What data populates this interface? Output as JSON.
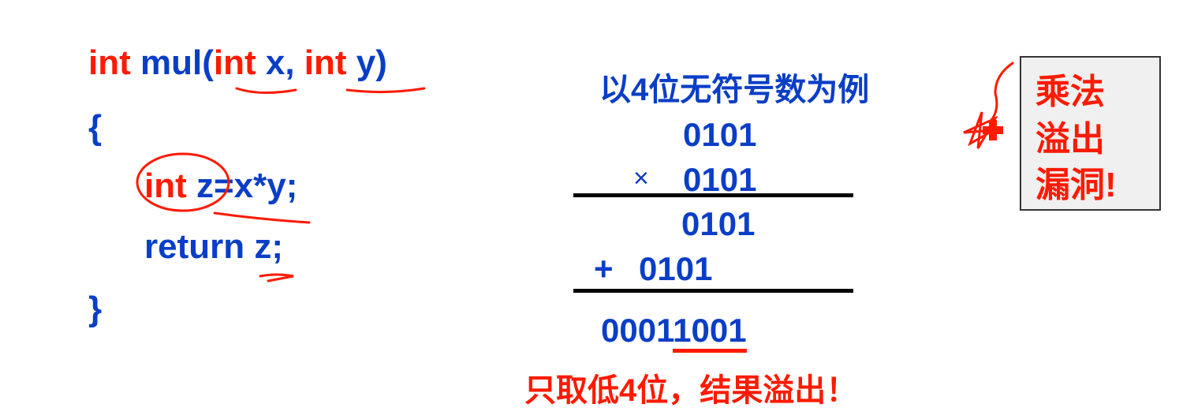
{
  "colors": {
    "keyword": "#ff1a00",
    "text": "#0a3ec6",
    "highlight": "#ff1a00"
  },
  "code": {
    "line1": {
      "kw1": "int",
      "name": " mul(",
      "kw2": "int",
      "p1": " x, ",
      "kw3": "int",
      "p2": " y)"
    },
    "line2": "{",
    "line3": {
      "kw": "int",
      "rest": " z=x*y;"
    },
    "line4": "return z;",
    "line5": "}"
  },
  "example": {
    "title": "以4位无符号数为例",
    "multiplicand": "0101",
    "times_sign": "×",
    "multiplier": "0101",
    "partial1": "0101",
    "plus_sign": "+",
    "partial2": "0101",
    "result_high": "0001",
    "result_low": "1001",
    "conclusion": "只取低4位，结果溢出！"
  },
  "callout": {
    "lines": [
      "乘法",
      "溢出",
      "漏洞!"
    ]
  }
}
